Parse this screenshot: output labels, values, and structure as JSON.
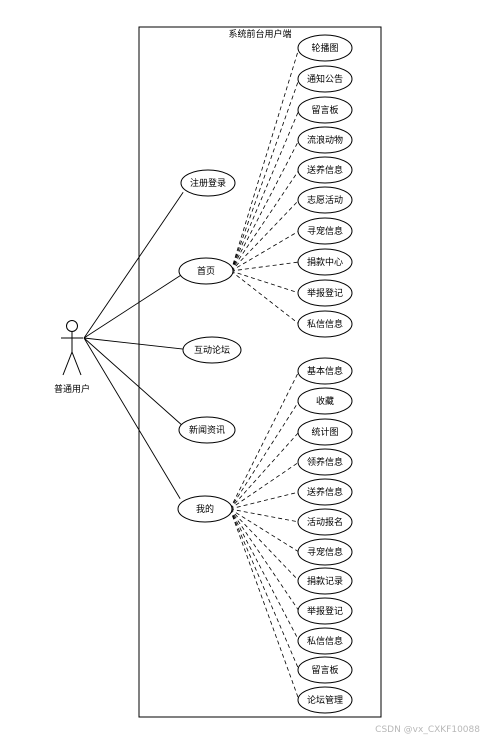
{
  "system": {
    "title": "系统前台用户端"
  },
  "actor": {
    "label": "普通用户"
  },
  "main_use_cases": [
    {
      "id": "register",
      "label": "注册登录"
    },
    {
      "id": "home",
      "label": "首页"
    },
    {
      "id": "forum",
      "label": "互动论坛"
    },
    {
      "id": "news",
      "label": "新闻资讯"
    },
    {
      "id": "mine",
      "label": "我的"
    }
  ],
  "home_children": [
    {
      "label": "轮播图"
    },
    {
      "label": "通知公告"
    },
    {
      "label": "留言板"
    },
    {
      "label": "流浪动物"
    },
    {
      "label": "送养信息"
    },
    {
      "label": "志愿活动"
    },
    {
      "label": "寻宠信息"
    },
    {
      "label": "捐款中心"
    },
    {
      "label": "举报登记"
    },
    {
      "label": "私信信息"
    }
  ],
  "mine_children": [
    {
      "label": "基本信息"
    },
    {
      "label": "收藏"
    },
    {
      "label": "统计图"
    },
    {
      "label": "领养信息"
    },
    {
      "label": "送养信息"
    },
    {
      "label": "活动报名"
    },
    {
      "label": "寻宠信息"
    },
    {
      "label": "捐款记录"
    },
    {
      "label": "举报登记"
    },
    {
      "label": "私信信息"
    },
    {
      "label": "留言板"
    },
    {
      "label": "论坛管理"
    }
  ],
  "watermark": "CSDN @vx_CXKF10088"
}
